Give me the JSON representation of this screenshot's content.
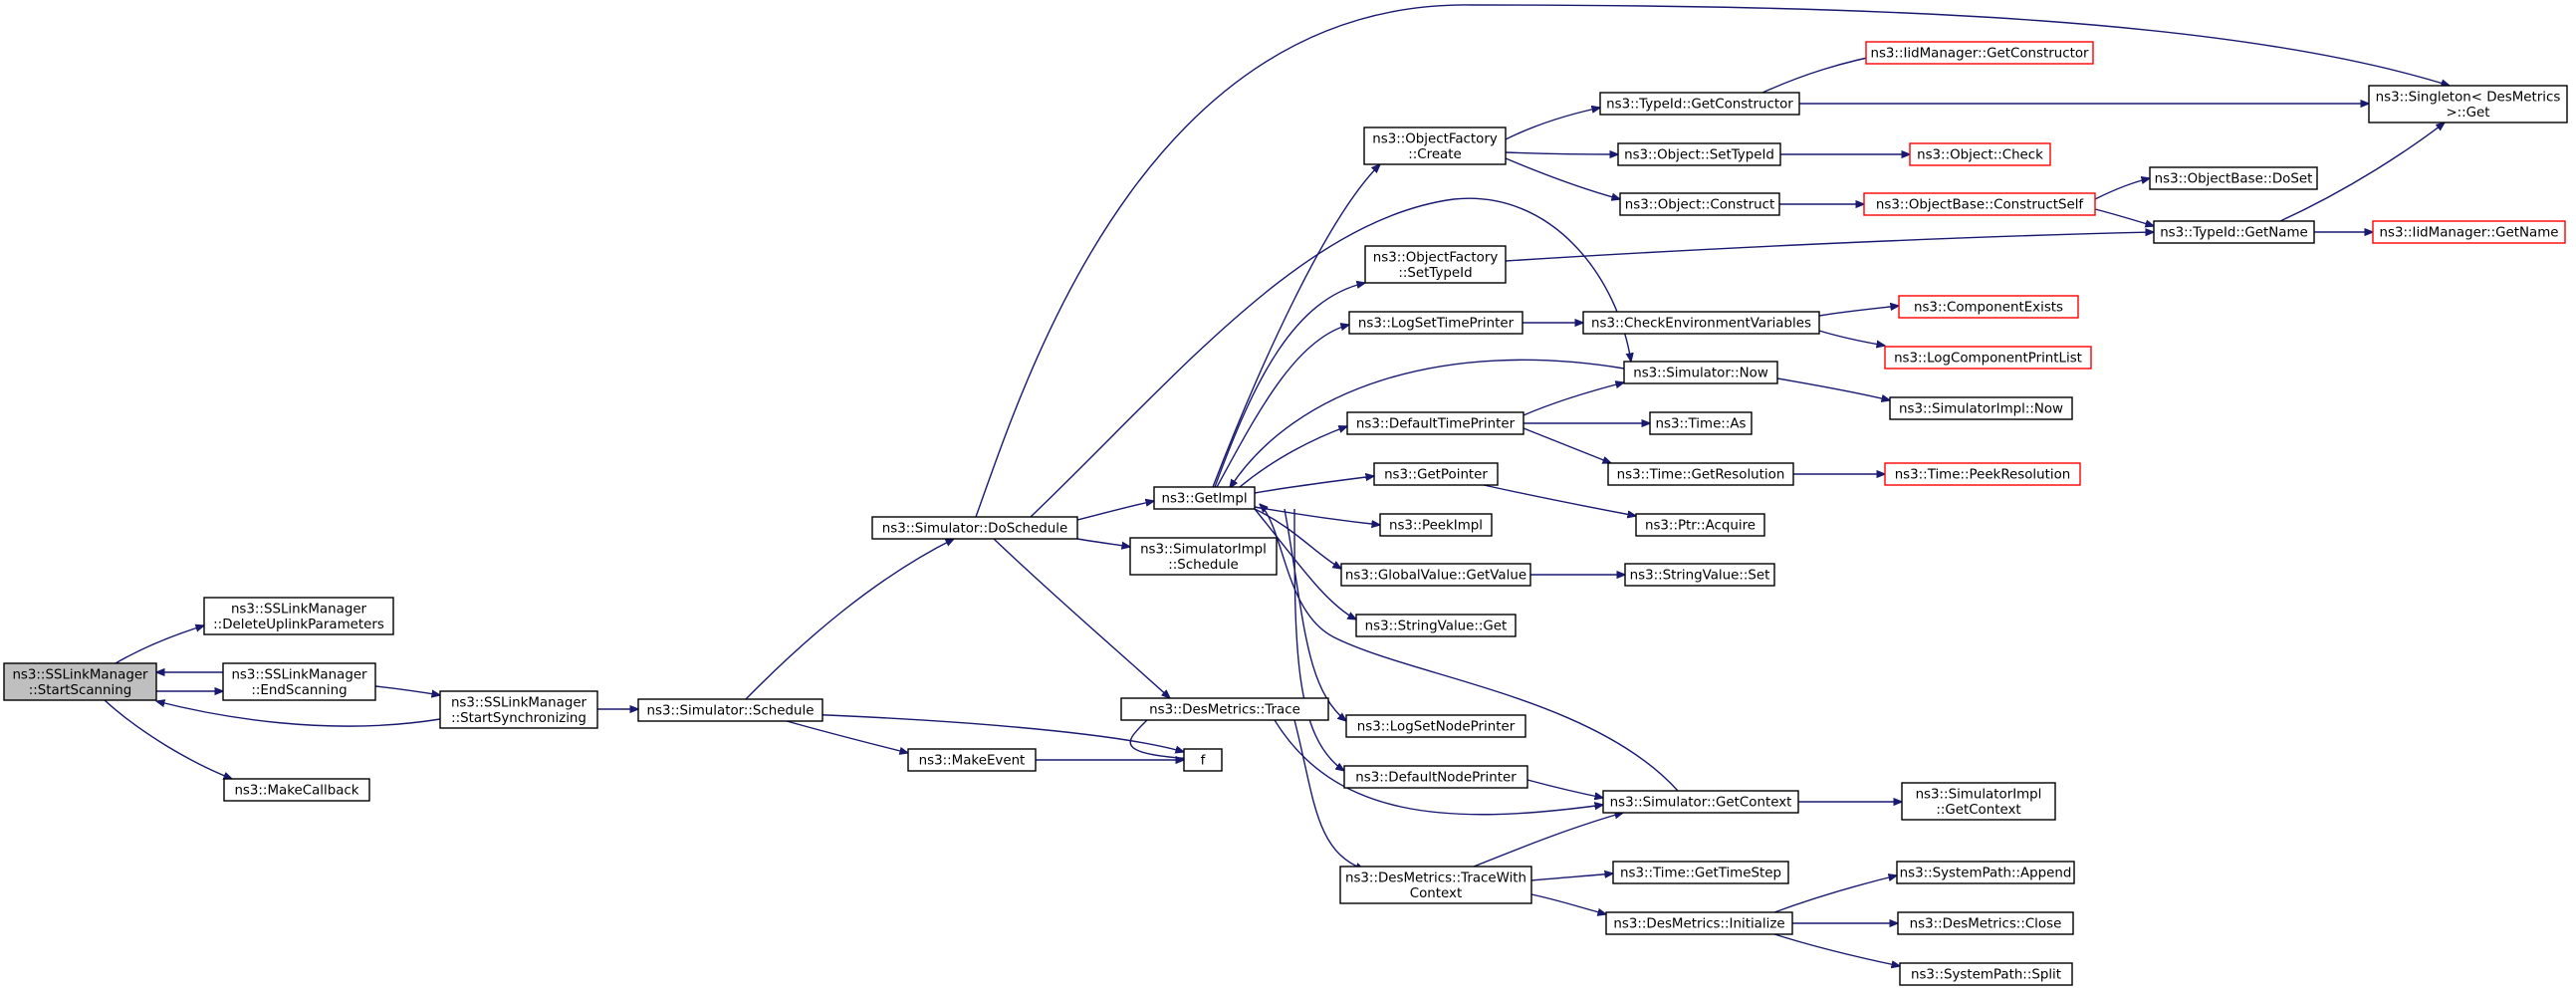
{
  "graph": {
    "kind": "call graph",
    "colors": {
      "edge": "#191970",
      "highlight_fill": "#bfbfbf",
      "node_border": "#000000",
      "truncated_border": "#ff0000"
    },
    "nodes": [
      {
        "id": "n0",
        "lines": [
          "ns3::SSLinkManager",
          "::StartScanning"
        ],
        "highlight": true
      },
      {
        "id": "n1",
        "lines": [
          "ns3::SSLinkManager",
          "::DeleteUplinkParameters"
        ]
      },
      {
        "id": "n2",
        "lines": [
          "ns3::SSLinkManager",
          "::EndScanning"
        ]
      },
      {
        "id": "n3",
        "lines": [
          "ns3::MakeCallback"
        ]
      },
      {
        "id": "n4",
        "lines": [
          "ns3::SSLinkManager",
          "::StartSynchronizing"
        ]
      },
      {
        "id": "n5",
        "lines": [
          "ns3::Simulator::Schedule"
        ]
      },
      {
        "id": "n6",
        "lines": [
          "ns3::Simulator::DoSchedule"
        ]
      },
      {
        "id": "n7",
        "lines": [
          "ns3::MakeEvent"
        ]
      },
      {
        "id": "n8",
        "lines": [
          "f"
        ]
      },
      {
        "id": "n9",
        "lines": [
          "ns3::GetImpl"
        ]
      },
      {
        "id": "n10",
        "lines": [
          "ns3::SimulatorImpl",
          "::Schedule"
        ]
      },
      {
        "id": "n11",
        "lines": [
          "ns3::DesMetrics::Trace"
        ]
      },
      {
        "id": "n12",
        "lines": [
          "ns3::Singleton< DesMetrics",
          ">::Get"
        ]
      },
      {
        "id": "n13",
        "lines": [
          "ns3::ObjectFactory",
          "::Create"
        ]
      },
      {
        "id": "n14",
        "lines": [
          "ns3::ObjectFactory",
          "::SetTypeId"
        ]
      },
      {
        "id": "n15",
        "lines": [
          "ns3::LogSetTimePrinter"
        ]
      },
      {
        "id": "n16",
        "lines": [
          "ns3::Simulator::Now"
        ]
      },
      {
        "id": "n17",
        "lines": [
          "ns3::DefaultTimePrinter"
        ]
      },
      {
        "id": "n18",
        "lines": [
          "ns3::GetPointer"
        ]
      },
      {
        "id": "n19",
        "lines": [
          "ns3::PeekImpl"
        ]
      },
      {
        "id": "n20",
        "lines": [
          "ns3::GlobalValue::GetValue"
        ]
      },
      {
        "id": "n21",
        "lines": [
          "ns3::StringValue::Get"
        ]
      },
      {
        "id": "n22",
        "lines": [
          "ns3::LogSetNodePrinter"
        ]
      },
      {
        "id": "n23",
        "lines": [
          "ns3::DefaultNodePrinter"
        ]
      },
      {
        "id": "n24",
        "lines": [
          "ns3::Simulator::GetContext"
        ]
      },
      {
        "id": "n25",
        "lines": [
          "ns3::DesMetrics::TraceWith",
          "Context"
        ]
      },
      {
        "id": "n26",
        "lines": [
          "ns3::TypeId::GetConstructor"
        ]
      },
      {
        "id": "n27",
        "lines": [
          "ns3::Object::SetTypeId"
        ]
      },
      {
        "id": "n28",
        "lines": [
          "ns3::Object::Construct"
        ]
      },
      {
        "id": "n29",
        "lines": [
          "ns3::IidManager::GetConstructor"
        ],
        "truncated": true
      },
      {
        "id": "n30",
        "lines": [
          "ns3::Object::Check"
        ],
        "truncated": true
      },
      {
        "id": "n31",
        "lines": [
          "ns3::ObjectBase::ConstructSelf"
        ],
        "truncated": true
      },
      {
        "id": "n32",
        "lines": [
          "ns3::ObjectBase::DoSet"
        ]
      },
      {
        "id": "n33",
        "lines": [
          "ns3::TypeId::GetName"
        ]
      },
      {
        "id": "n34",
        "lines": [
          "ns3::IidManager::GetName"
        ],
        "truncated": true
      },
      {
        "id": "n35",
        "lines": [
          "ns3::CheckEnvironmentVariables"
        ]
      },
      {
        "id": "n36",
        "lines": [
          "ns3::ComponentExists"
        ],
        "truncated": true
      },
      {
        "id": "n37",
        "lines": [
          "ns3::LogComponentPrintList"
        ],
        "truncated": true
      },
      {
        "id": "n38",
        "lines": [
          "ns3::SimulatorImpl::Now"
        ]
      },
      {
        "id": "n39",
        "lines": [
          "ns3::Time::As"
        ]
      },
      {
        "id": "n40",
        "lines": [
          "ns3::Time::GetResolution"
        ]
      },
      {
        "id": "n41",
        "lines": [
          "ns3::Time::PeekResolution"
        ],
        "truncated": true
      },
      {
        "id": "n42",
        "lines": [
          "ns3::Ptr::Acquire"
        ]
      },
      {
        "id": "n43",
        "lines": [
          "ns3::StringValue::Set"
        ]
      },
      {
        "id": "n44",
        "lines": [
          "ns3::SimulatorImpl",
          "::GetContext"
        ]
      },
      {
        "id": "n45",
        "lines": [
          "ns3::Time::GetTimeStep"
        ]
      },
      {
        "id": "n46",
        "lines": [
          "ns3::DesMetrics::Initialize"
        ]
      },
      {
        "id": "n47",
        "lines": [
          "ns3::SystemPath::Append"
        ]
      },
      {
        "id": "n48",
        "lines": [
          "ns3::DesMetrics::Close"
        ]
      },
      {
        "id": "n49",
        "lines": [
          "ns3::SystemPath::Split"
        ]
      }
    ],
    "edges": [
      {
        "from": "n0",
        "to": "n1"
      },
      {
        "from": "n0",
        "to": "n2"
      },
      {
        "from": "n2",
        "to": "n0"
      },
      {
        "from": "n0",
        "to": "n3"
      },
      {
        "from": "n2",
        "to": "n4"
      },
      {
        "from": "n4",
        "to": "n0"
      },
      {
        "from": "n4",
        "to": "n5"
      },
      {
        "from": "n5",
        "to": "n6"
      },
      {
        "from": "n5",
        "to": "n7"
      },
      {
        "from": "n5",
        "to": "n8"
      },
      {
        "from": "n7",
        "to": "n8"
      },
      {
        "from": "n6",
        "to": "n9"
      },
      {
        "from": "n6",
        "to": "n10"
      },
      {
        "from": "n6",
        "to": "n11"
      },
      {
        "from": "n6",
        "to": "n12"
      },
      {
        "from": "n6",
        "to": "n16"
      },
      {
        "from": "n9",
        "to": "n13"
      },
      {
        "from": "n9",
        "to": "n14"
      },
      {
        "from": "n9",
        "to": "n15"
      },
      {
        "from": "n9",
        "to": "n17"
      },
      {
        "from": "n9",
        "to": "n18"
      },
      {
        "from": "n9",
        "to": "n19"
      },
      {
        "from": "n9",
        "to": "n20"
      },
      {
        "from": "n9",
        "to": "n21"
      },
      {
        "from": "n9",
        "to": "n22"
      },
      {
        "from": "n9",
        "to": "n23"
      },
      {
        "from": "n16",
        "to": "n9"
      },
      {
        "from": "n24",
        "to": "n9"
      },
      {
        "from": "n11",
        "to": "n8"
      },
      {
        "from": "n11",
        "to": "n24"
      },
      {
        "from": "n11",
        "to": "n25"
      },
      {
        "from": "n13",
        "to": "n26"
      },
      {
        "from": "n13",
        "to": "n27"
      },
      {
        "from": "n13",
        "to": "n28"
      },
      {
        "from": "n26",
        "to": "n29"
      },
      {
        "from": "n26",
        "to": "n12"
      },
      {
        "from": "n27",
        "to": "n30"
      },
      {
        "from": "n28",
        "to": "n31"
      },
      {
        "from": "n31",
        "to": "n32"
      },
      {
        "from": "n31",
        "to": "n33"
      },
      {
        "from": "n14",
        "to": "n33"
      },
      {
        "from": "n33",
        "to": "n34"
      },
      {
        "from": "n33",
        "to": "n12"
      },
      {
        "from": "n15",
        "to": "n35"
      },
      {
        "from": "n35",
        "to": "n36"
      },
      {
        "from": "n35",
        "to": "n37"
      },
      {
        "from": "n16",
        "to": "n38"
      },
      {
        "from": "n17",
        "to": "n16"
      },
      {
        "from": "n17",
        "to": "n39"
      },
      {
        "from": "n17",
        "to": "n40"
      },
      {
        "from": "n40",
        "to": "n41"
      },
      {
        "from": "n18",
        "to": "n42"
      },
      {
        "from": "n20",
        "to": "n43"
      },
      {
        "from": "n23",
        "to": "n24"
      },
      {
        "from": "n24",
        "to": "n44"
      },
      {
        "from": "n25",
        "to": "n24"
      },
      {
        "from": "n25",
        "to": "n45"
      },
      {
        "from": "n25",
        "to": "n46"
      },
      {
        "from": "n46",
        "to": "n47"
      },
      {
        "from": "n46",
        "to": "n48"
      },
      {
        "from": "n46",
        "to": "n49"
      }
    ]
  }
}
